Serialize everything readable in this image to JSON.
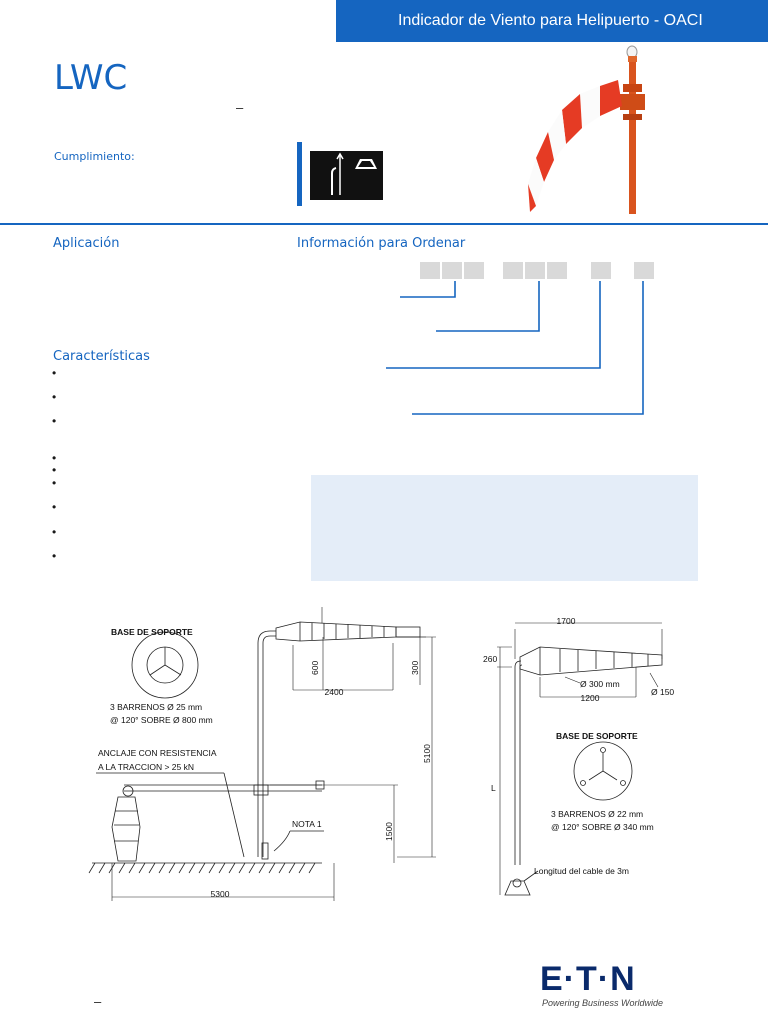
{
  "header": {
    "title": "Indicador de Viento para Helipuerto - OACI"
  },
  "product": {
    "code": "LWC",
    "dash_1": "–",
    "dash_2": "–"
  },
  "compliance": {
    "label": "Cumplimiento:"
  },
  "sections": {
    "application": "Aplicación",
    "ordering": "Información para Ordenar",
    "features": "Características"
  },
  "bullet_char": "•",
  "drawing_left": {
    "base_title": "BASE DE SOPORTE",
    "holes_line1": "3 BARRENOS Ø 25 mm",
    "holes_line2": "@ 120° SOBRE Ø 800 mm",
    "anchor_line1": "ANCLAJE CON RESISTENCIA",
    "anchor_line2": "A LA TRACCION > 25 kN",
    "note": "NOTA 1",
    "dim_600": "600",
    "dim_2400": "2400",
    "dim_300": "300",
    "dim_5100": "5100",
    "dim_1500": "1500",
    "dim_5300": "5300"
  },
  "drawing_right": {
    "dim_1700": "1700",
    "dim_260": "260",
    "dim_300mm": "Ø 300 mm",
    "dim_150": "Ø 150",
    "dim_1200": "1200",
    "dim_L": "L",
    "base_title": "BASE DE SOPORTE",
    "holes_line1": "3 BARRENOS Ø 22 mm",
    "holes_line2": "@ 120° SOBRE Ø 340 mm",
    "cable": "Longitud del cable de 3m"
  },
  "brand": {
    "name": "E·T·N",
    "tagline": "Powering Business Worldwide"
  },
  "colors": {
    "brand_blue": "#1565c0",
    "note_bg": "#e4edf8",
    "wind_red": "#e53b24",
    "mast_orange": "#d9541e"
  }
}
